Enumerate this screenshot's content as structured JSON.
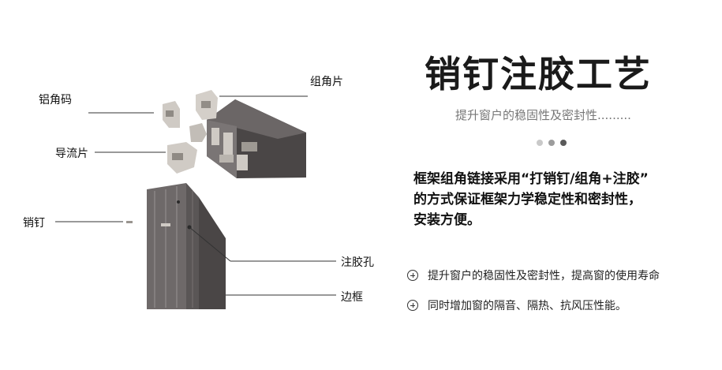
{
  "diagram": {
    "labels": {
      "aluminum_corner": "铝角码",
      "corner_piece": "组角片",
      "guide_piece": "导流片",
      "pin": "销钉",
      "glue_hole": "注胶孔",
      "frame_edge": "边框"
    },
    "colors": {
      "profile_dark": "#4a4646",
      "profile_mid": "#5e5a5a",
      "profile_light": "#8a8585",
      "bracket": "#cfcac4"
    }
  },
  "panel": {
    "title": "销钉注胶工艺",
    "subtitle": "提升窗户的稳固性及密封性.........",
    "dots": [
      "#c9c9c9",
      "#9c9c9c",
      "#5a5a5a"
    ],
    "description": [
      "框架组角链接采用“打销钉/组角+注胶”",
      "的方式保证框架力学稳定性和密封性，",
      "安装方便。"
    ],
    "features": [
      {
        "icon": "plus-circle-icon",
        "text": "提升窗户的稳固性及密封性，提高窗的使用寿命"
      },
      {
        "icon": "plus-circle-icon",
        "text": "同时增加窗的隔音、隔热、抗风压性能。"
      }
    ]
  }
}
